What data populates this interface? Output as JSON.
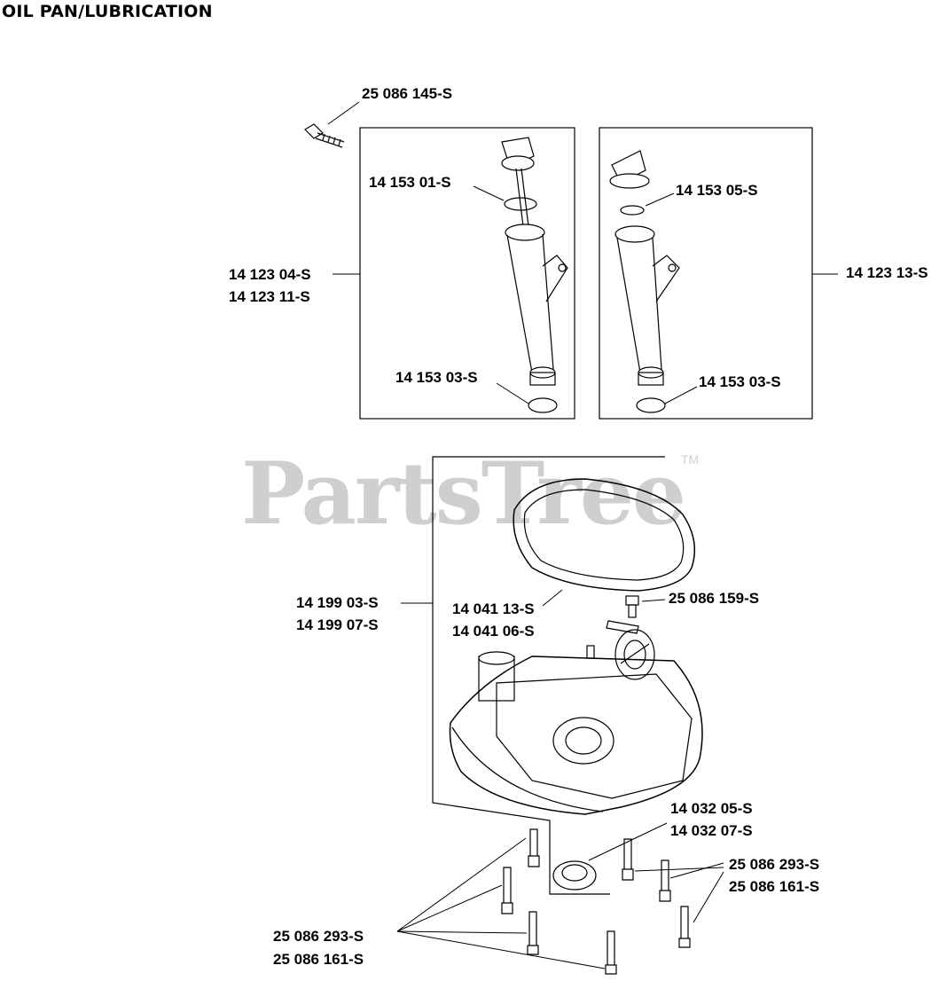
{
  "title": "OIL PAN/LUBRICATION",
  "watermark": {
    "text": "PartsTree",
    "tm": "TM"
  },
  "labels": {
    "bolt_top": "25 086 145-S",
    "oring_left": "14 153 01-S",
    "tube_left_1": "14 123 04-S",
    "tube_left_2": "14 123 11-S",
    "seal_left": "14 153 03-S",
    "oring_right": "14 153 05-S",
    "tube_right": "14 123 13-S",
    "seal_right": "14 153 03-S",
    "pan_1": "14 199 03-S",
    "pan_2": "14 199 07-S",
    "gasket_1": "14 041 13-S",
    "gasket_2": "14 041 06-S",
    "screw": "25 086 159-S",
    "oilseal_1": "14 032 05-S",
    "oilseal_2": "14 032 07-S",
    "bolts_right_1": "25 086 293-S",
    "bolts_right_2": "25 086 161-S",
    "bolts_left_1": "25 086 293-S",
    "bolts_left_2": "25 086 161-S"
  }
}
